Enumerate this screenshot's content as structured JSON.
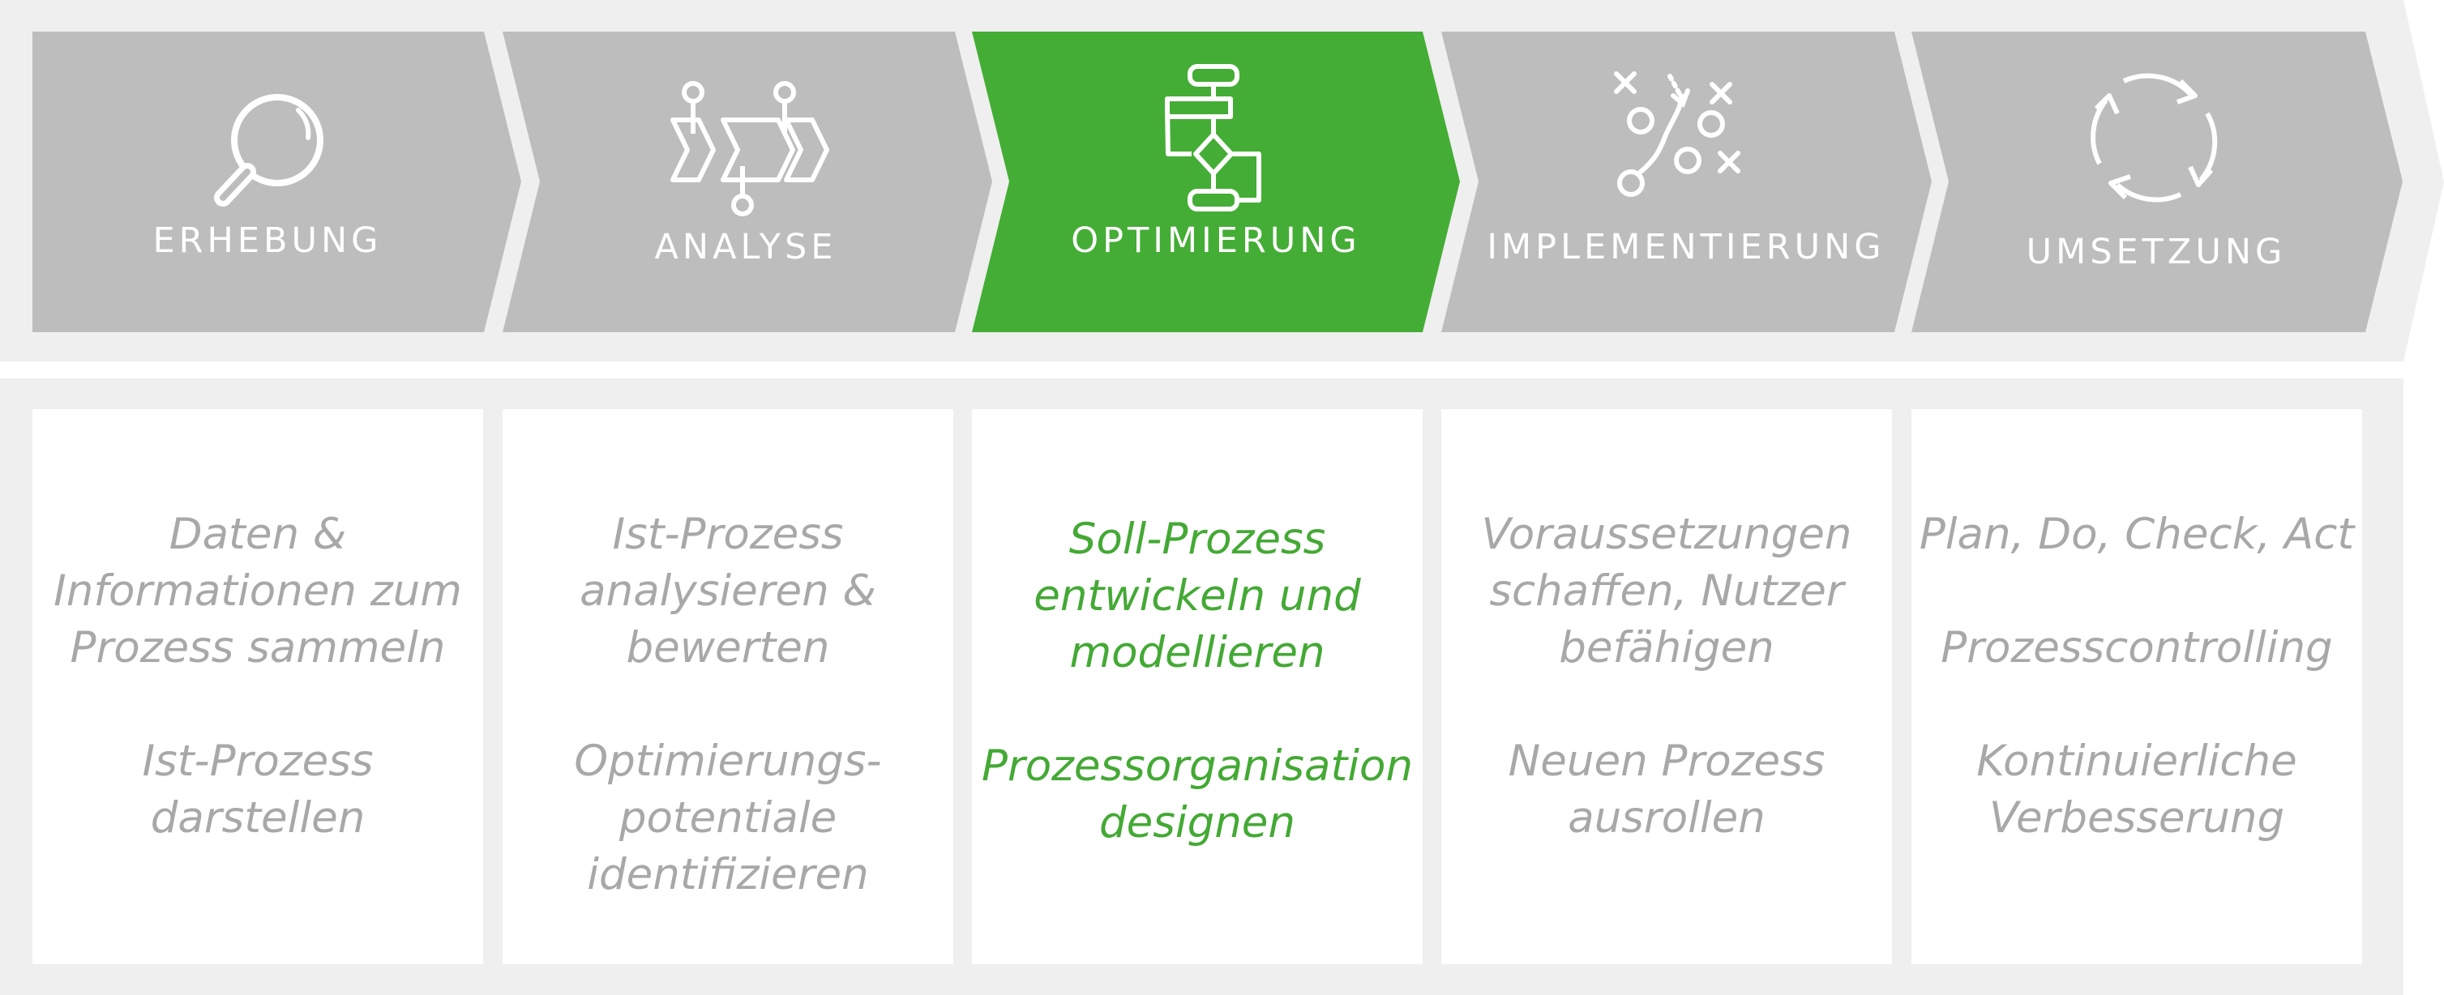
{
  "colors": {
    "inactive_chevron": "#bdbdbd",
    "active_chevron": "#44ad35",
    "band_background": "#efefef",
    "card_background": "#ffffff",
    "inactive_text": "#a8a8a8",
    "active_text": "#44a935",
    "label_text": "#ffffff"
  },
  "stages": [
    {
      "label": "ERHEBUNG",
      "icon": "magnifier-icon",
      "active": false,
      "items": [
        "Daten &\nInformationen zum\nProzess sammeln",
        "Ist-Prozess\ndarstellen"
      ]
    },
    {
      "label": "ANALYSE",
      "icon": "process-chain-icon",
      "active": false,
      "items": [
        "Ist-Prozess\nanalysieren &\nbewerten",
        "Optimierungs-\npotentiale\nidentifizieren"
      ]
    },
    {
      "label": "OPTIMIERUNG",
      "icon": "flowchart-icon",
      "active": true,
      "items": [
        "Soll-Prozess\nentwickeln und\nmodellieren",
        "Prozessorganisation\ndesignen"
      ]
    },
    {
      "label": "IMPLEMENTIERUNG",
      "icon": "strategy-play-icon",
      "active": false,
      "items": [
        "Voraussetzungen\nschaffen, Nutzer\nbefähigen",
        "Neuen Prozess\nausrollen"
      ]
    },
    {
      "label": "UMSETZUNG",
      "icon": "cycle-arrows-icon",
      "active": false,
      "items": [
        "Plan, Do, Check, Act",
        "Prozesscontrolling",
        "Kontinuierliche\nVerbesserung"
      ]
    }
  ]
}
